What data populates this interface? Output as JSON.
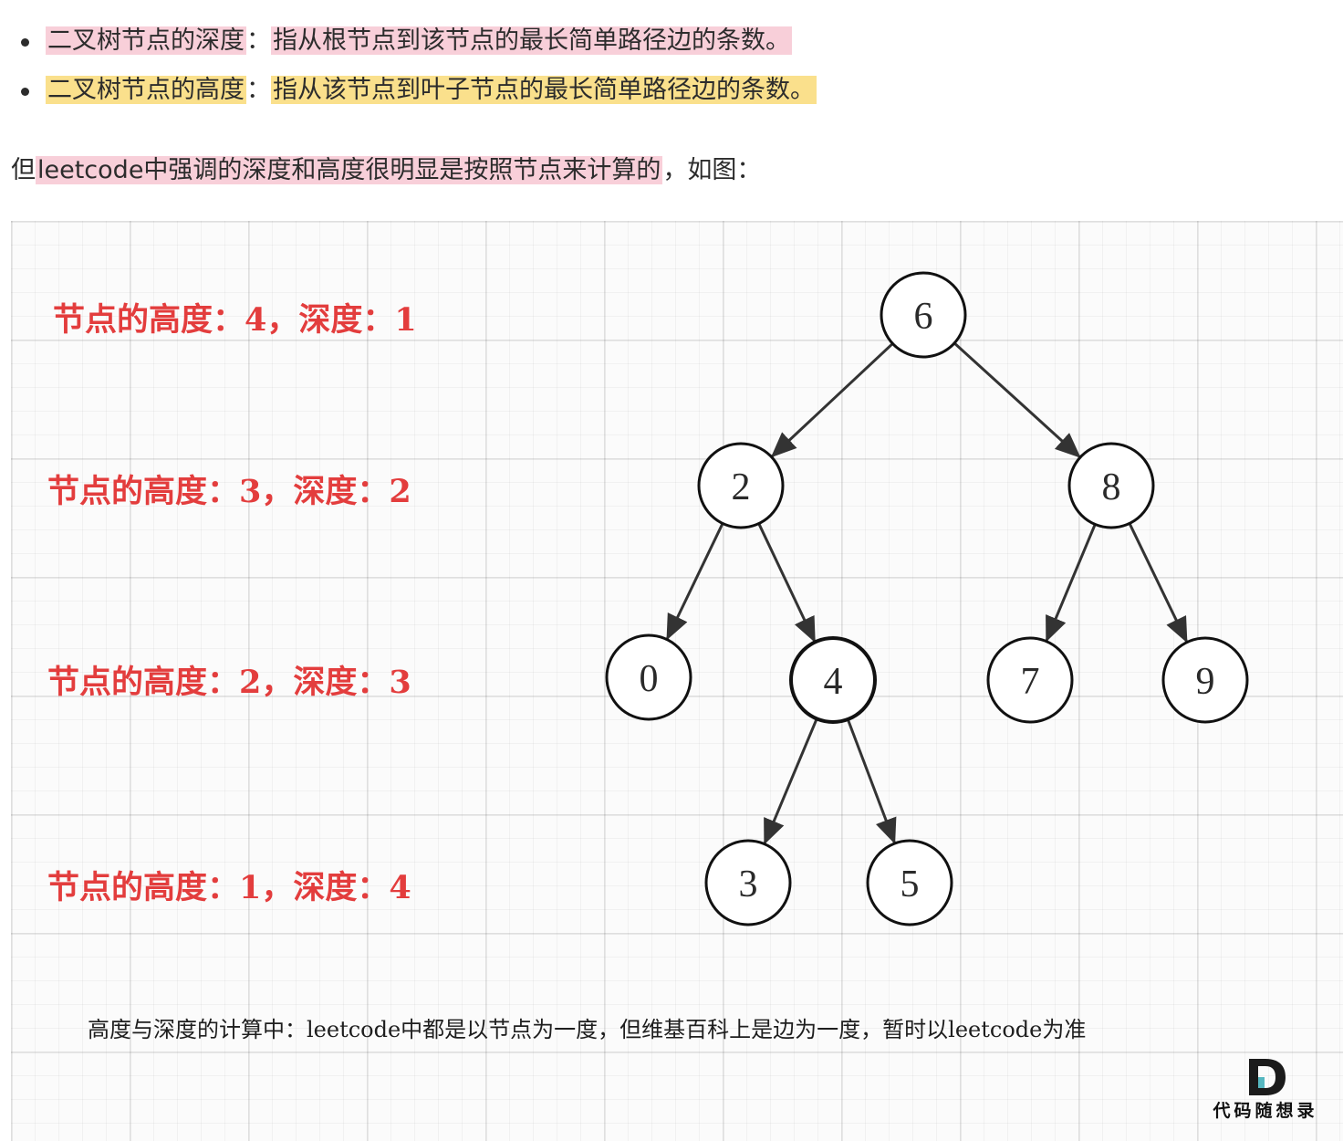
{
  "bullets": [
    {
      "term": "二叉树节点的深度",
      "sep": "：",
      "desc": "指从根节点到该节点的最长简单路径边的条数。"
    },
    {
      "term": "二叉树节点的高度",
      "sep": "：",
      "desc": "指从该节点到叶子节点的最长简单路径边的条数。"
    }
  ],
  "paragraph": {
    "lead": "但",
    "highlight": "leetcode中强调的深度和高度很明显是按照节点来计算的",
    "tail": "，如图："
  },
  "figure": {
    "level_labels": [
      "节点的高度：4，深度：1",
      "节点的高度：3，深度：2",
      "节点的高度：2，深度：3",
      "节点的高度：1，深度：4"
    ],
    "tree": {
      "nodes": [
        {
          "id": "n6",
          "label": "6",
          "bold": false
        },
        {
          "id": "n2",
          "label": "2",
          "bold": false
        },
        {
          "id": "n8",
          "label": "8",
          "bold": false
        },
        {
          "id": "n0",
          "label": "0",
          "bold": false
        },
        {
          "id": "n4",
          "label": "4",
          "bold": true
        },
        {
          "id": "n7",
          "label": "7",
          "bold": false
        },
        {
          "id": "n9",
          "label": "9",
          "bold": false
        },
        {
          "id": "n3",
          "label": "3",
          "bold": false
        },
        {
          "id": "n5",
          "label": "5",
          "bold": false
        }
      ],
      "edges": [
        [
          "n6",
          "n2"
        ],
        [
          "n6",
          "n8"
        ],
        [
          "n2",
          "n0"
        ],
        [
          "n2",
          "n4"
        ],
        [
          "n8",
          "n7"
        ],
        [
          "n8",
          "n9"
        ],
        [
          "n4",
          "n3"
        ],
        [
          "n4",
          "n5"
        ]
      ]
    },
    "caption": "高度与深度的计算中：leetcode中都是以节点为一度，但维基百科上是边为一度，暂时以leetcode为准",
    "logo_text": "代码随想录",
    "colors": {
      "label_red": "#e33d3d",
      "pink_highlight": "#f8cfd9",
      "yellow_highlight": "#fae08c"
    }
  }
}
